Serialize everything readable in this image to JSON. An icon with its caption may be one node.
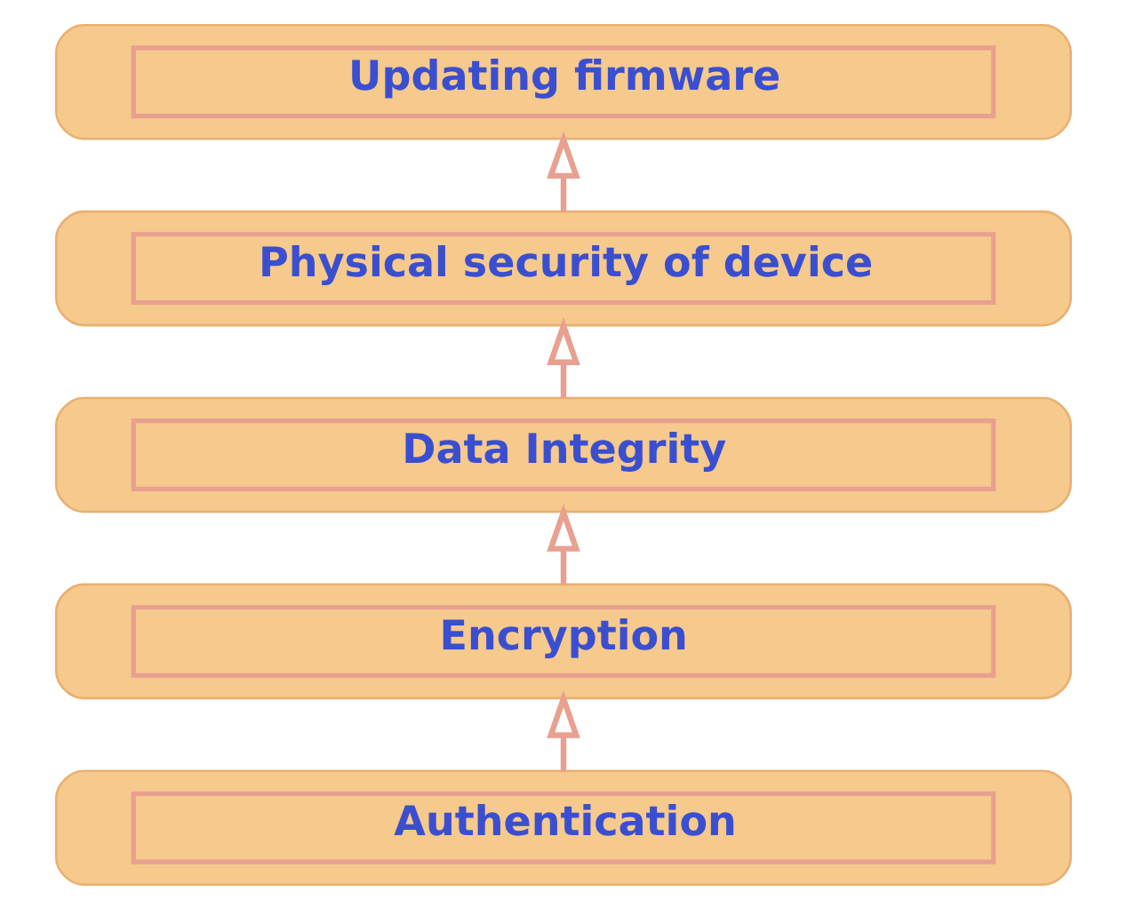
{
  "diagram": {
    "nodes": [
      {
        "text": [
          "Updating firmware"
        ]
      },
      {
        "text": [
          "Physical security of device"
        ]
      },
      {
        "text": [
          "Data Integrity"
        ]
      },
      {
        "text": [
          "Encryption"
        ]
      },
      {
        "text": [
          "Authentication"
        ]
      }
    ],
    "edges": [
      {
        "from": 4,
        "to": 3,
        "arrow": "to"
      },
      {
        "from": 3,
        "to": 2,
        "arrow": "to"
      },
      {
        "from": 2,
        "to": 1,
        "arrow": "to"
      },
      {
        "from": 1,
        "to": 0,
        "arrow": "to"
      }
    ]
  }
}
